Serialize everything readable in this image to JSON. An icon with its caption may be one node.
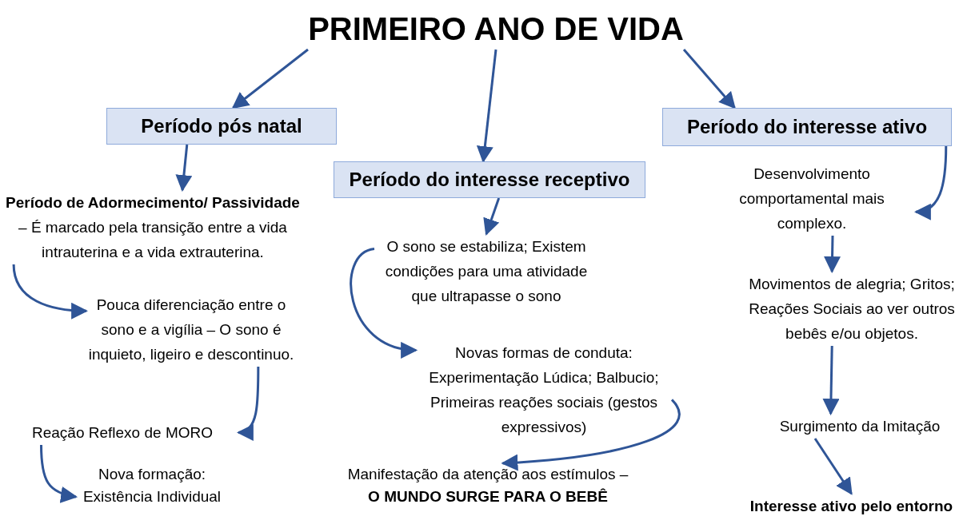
{
  "diagram": {
    "nodes": [
      {
        "text": [
          "PRIMEIRO ANO DE VIDA"
        ]
      },
      {
        "text": [
          "Período pós natal"
        ]
      },
      {
        "text": [
          "Período do interesse receptivo"
        ]
      },
      {
        "text": [
          "Período do interesse ativo"
        ]
      },
      {
        "text": [
          "**Período de Adormecimento/ Passividade** – É marcado pela transição entre a vida intrauterina e a vida extrauterina."
        ]
      },
      {
        "text": [
          "Pouca diferenciação entre o sono e a vigília – O sono é inquieto, ligeiro e descontinuo."
        ]
      },
      {
        "text": [
          "Reação Reflexo de MORO"
        ]
      },
      {
        "text": [
          "Nova formação: Existência Individual"
        ]
      },
      {
        "text": [
          "O sono se estabiliza; Existem condições para uma atividade que ultrapasse o sono"
        ]
      },
      {
        "text": [
          "Novas formas de conduta: Experimentação Lúdica; Balbucio; Primeiras reações sociais (gestos expressivos)"
        ]
      },
      {
        "text": [
          "Manifestação da atenção aos estímulos – **O MUNDO SURGE PARA O BEBÊ**"
        ]
      },
      {
        "text": [
          "Desenvolvimento comportamental mais complexo."
        ]
      },
      {
        "text": [
          "Movimentos de alegria; Gritos; Reações Sociais ao ver outros bebês e/ou objetos."
        ]
      },
      {
        "text": [
          "Surgimento da Imitação"
        ]
      },
      {
        "text": [
          "Interesse ativo pelo entorno"
        ]
      }
    ],
    "edges": [
      {
        "from": 0,
        "to": 1,
        "arrow": "to"
      },
      {
        "from": 0,
        "to": 2,
        "arrow": "to"
      },
      {
        "from": 0,
        "to": 3,
        "arrow": "to"
      },
      {
        "from": 1,
        "to": 4,
        "arrow": "to"
      },
      {
        "from": 4,
        "to": 5,
        "arrow": "to"
      },
      {
        "from": 5,
        "to": 6,
        "arrow": "to"
      },
      {
        "from": 6,
        "to": 7,
        "arrow": "to"
      },
      {
        "from": 2,
        "to": 8,
        "arrow": "to"
      },
      {
        "from": 8,
        "to": 9,
        "arrow": "to"
      },
      {
        "from": 9,
        "to": 10,
        "arrow": "to"
      },
      {
        "from": 3,
        "to": 11,
        "arrow": "to"
      },
      {
        "from": 11,
        "to": 12,
        "arrow": "to"
      },
      {
        "from": 12,
        "to": 13,
        "arrow": "to"
      },
      {
        "from": 13,
        "to": 14,
        "arrow": "to"
      }
    ]
  }
}
